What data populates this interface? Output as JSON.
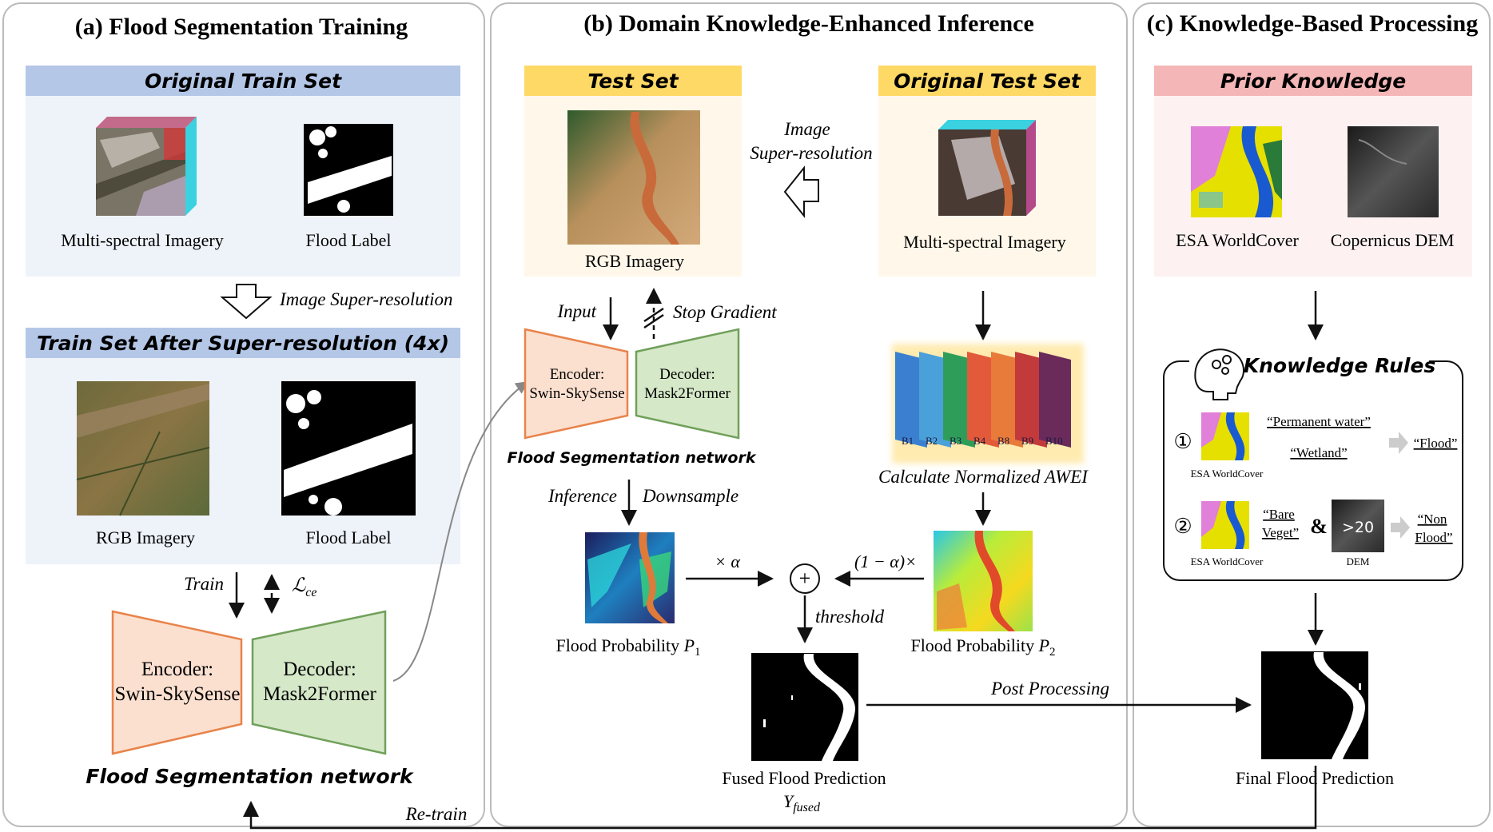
{
  "panels": {
    "a": {
      "title": "(a) Flood Segmentation Training",
      "train_header": "Original Train Set",
      "label_multispectral": "Multi-spectral Imagery",
      "label_flood_label": "Flood Label",
      "sr_arrow_label": "Image Super-resolution",
      "sr_header": "Train Set After Super-resolution (4x)",
      "label_rgb": "RGB Imagery",
      "label_flood_label_sr": "Flood Label",
      "train_label": "Train",
      "loss_label": "ℒ",
      "loss_sub": "ce",
      "encoder_line1": "Encoder:",
      "encoder_line2": "Swin-SkySense",
      "decoder_line1": "Decoder:",
      "decoder_line2": "Mask2Former",
      "network_label": "Flood Segmentation network",
      "retrain_label": "Re-train"
    },
    "b": {
      "title": "(b) Domain Knowledge-Enhanced Inference",
      "test_header": "Test Set",
      "orig_test_header": "Original Test Set",
      "label_rgb": "RGB Imagery",
      "label_multispectral": "Multi-spectral Imagery",
      "sr_line1": "Image",
      "sr_line2": "Super-resolution",
      "input_label": "Input",
      "stop_gradient_label": "Stop Gradient",
      "encoder_line1": "Encoder:",
      "encoder_line2": "Swin-SkySense",
      "decoder_line1": "Decoder:",
      "decoder_line2": "Mask2Former",
      "network_label": "Flood Segmentation network",
      "awei_label": "Calculate Normalized AWEI",
      "band_labels": [
        "B1",
        "B2",
        "B3",
        "B4",
        "B8",
        "B9",
        "B10"
      ],
      "inference_label": "Inference",
      "downsample_label": "Downsample",
      "alpha_label": "× α",
      "one_minus_alpha_label": "(1 − α)×",
      "plus_symbol": "+",
      "threshold_label": "threshold",
      "prob1_label": "Flood Probability",
      "prob1_var": "P",
      "prob1_sub": "1",
      "prob2_label": "Flood Probability",
      "prob2_var": "P",
      "prob2_sub": "2",
      "fused_label": "Fused Flood Prediction",
      "fused_var": "Y",
      "fused_sub": "fused",
      "post_processing_label": "Post Processing"
    },
    "c": {
      "title": "(c) Knowledge-Based Processing",
      "prior_header": "Prior Knowledge",
      "label_esa": "ESA WorldCover",
      "label_dem": "Copernicus DEM",
      "rules_title": "Knowledge Rules",
      "rule1_num": "①",
      "rule1_cond1": "“Permanent water”",
      "rule1_cond2": "“Wetland”",
      "rule1_result": "“Flood”",
      "rule1_img_label": "ESA WorldCover",
      "rule2_num": "②",
      "rule2_cond_line1": "“Bare",
      "rule2_cond_line2": "Veget”",
      "rule2_and": "&",
      "rule2_dem_value": ">20",
      "rule2_result_line1": "“Non",
      "rule2_result_line2": "Flood”",
      "rule2_img_label": "ESA WorldCover",
      "rule2_dem_label": "DEM",
      "final_label": "Final Flood Prediction"
    }
  },
  "colors": {
    "blue_header": "#b4c7e7",
    "yellow_header": "#ffd966",
    "pink_header": "#f4b6b6",
    "blue_bg": "#eef3fa",
    "yellow_bg": "#fff8ea",
    "pink_bg": "#fdf1f1",
    "encoder_fill": "#fbe0d0",
    "encoder_stroke": "#e8834a",
    "decoder_fill": "#d5e8c8",
    "decoder_stroke": "#70a05a"
  }
}
